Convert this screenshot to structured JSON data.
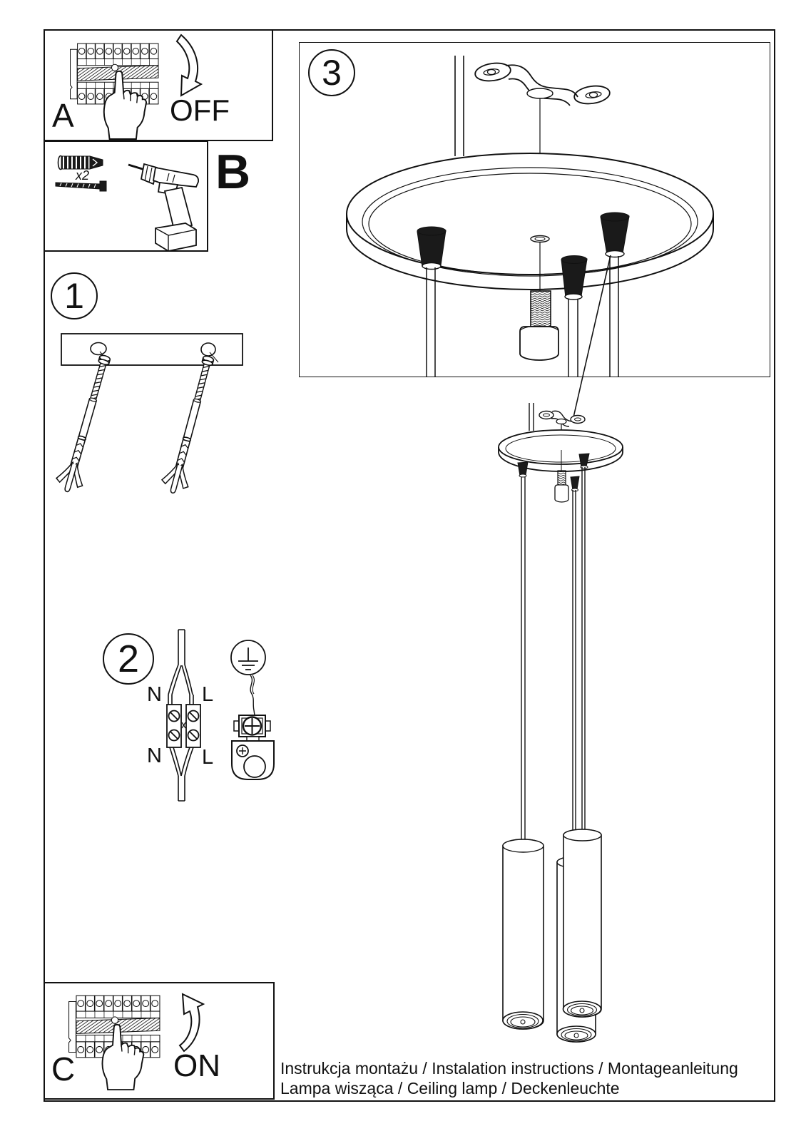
{
  "colors": {
    "ink": "#111111",
    "paper": "#ffffff"
  },
  "panel_a": {
    "label": "A",
    "action": "OFF"
  },
  "panel_b": {
    "label": "B",
    "quantity": "x2"
  },
  "panel_c": {
    "label": "C",
    "action": "ON"
  },
  "step1": {
    "number": "1"
  },
  "step2": {
    "number": "2",
    "wire_labels": {
      "n_top": "N",
      "l_top": "L",
      "n_bottom": "N",
      "l_bottom": "L"
    }
  },
  "step3": {
    "number": "3"
  },
  "footer": {
    "line1": "Instrukcja montażu / Instalation instructions / Montageanleitung",
    "line2": "Lampa wisząca / Ceiling lamp / Deckenleuchte"
  }
}
